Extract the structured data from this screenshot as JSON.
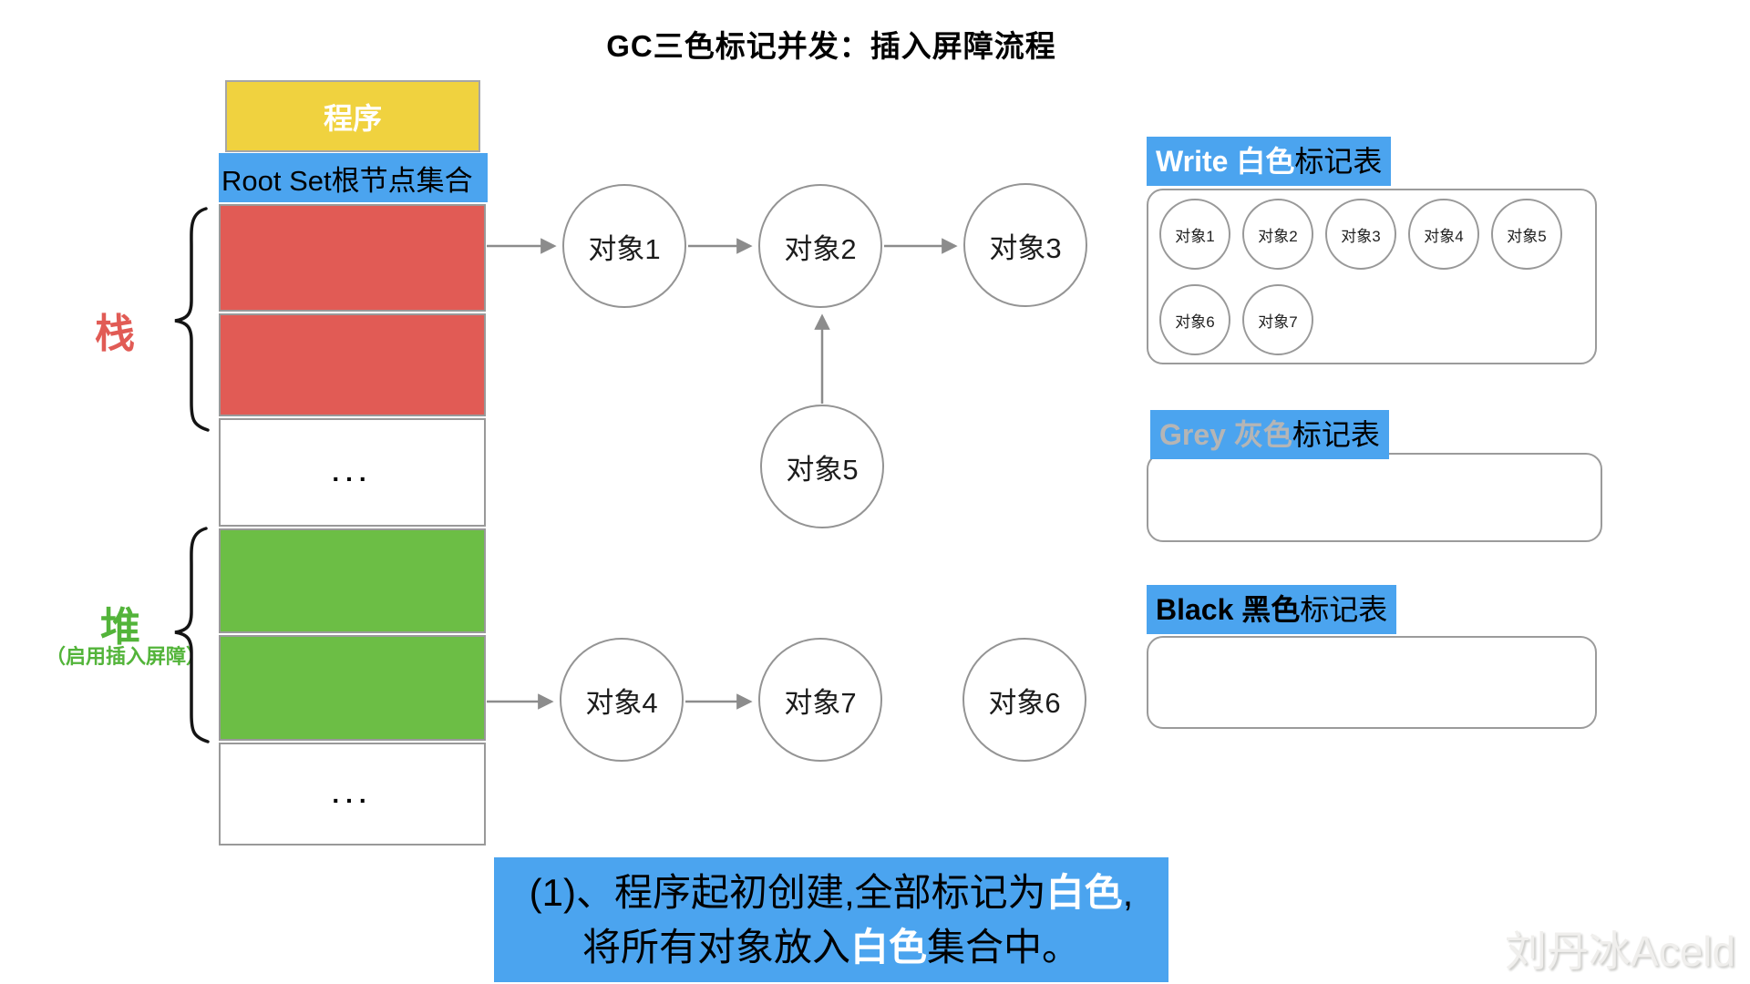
{
  "title": "GC三色标记并发：插入屏障流程",
  "watermark": "刘丹冰Aceld",
  "colors": {
    "blue": "#4BA4EF",
    "red": "#E15B55",
    "green": "#6CBE45",
    "green-text": "#53B43A",
    "yellow": "#F0D23F",
    "grey-text": "#B5B5B5"
  },
  "memory": {
    "program_label": "程序",
    "root_set_label": "Root Set根节点集合",
    "stack_label": "栈",
    "heap_label": "堆",
    "heap_note": "（启用插入屏障）",
    "ellipsis": "..."
  },
  "graph": {
    "nodes": [
      {
        "id": "obj1",
        "label": "对象1"
      },
      {
        "id": "obj2",
        "label": "对象2"
      },
      {
        "id": "obj3",
        "label": "对象3"
      },
      {
        "id": "obj4",
        "label": "对象4"
      },
      {
        "id": "obj5",
        "label": "对象5"
      },
      {
        "id": "obj6",
        "label": "对象6"
      },
      {
        "id": "obj7",
        "label": "对象7"
      }
    ],
    "edges": [
      {
        "from": "root-set-stack",
        "to": "obj1"
      },
      {
        "from": "obj1",
        "to": "obj2"
      },
      {
        "from": "obj2",
        "to": "obj3"
      },
      {
        "from": "obj5",
        "to": "obj2"
      },
      {
        "from": "heap",
        "to": "obj4"
      },
      {
        "from": "obj4",
        "to": "obj7"
      }
    ]
  },
  "tables": {
    "white": {
      "title_highlight": "Write 白色",
      "title_rest": "标记表",
      "items": [
        "对象1",
        "对象2",
        "对象3",
        "对象4",
        "对象5",
        "对象6",
        "对象7"
      ]
    },
    "grey": {
      "title_highlight": "Grey 灰色",
      "title_rest": "标记表",
      "items": []
    },
    "black": {
      "title_highlight": "Black 黑色",
      "title_rest": "标记表",
      "items": []
    }
  },
  "caption": {
    "line1": {
      "pre": "(1)、程序起初创建,全部标记为",
      "highlight": "白色",
      "post": ","
    },
    "line2": {
      "pre": "将所有对象放入",
      "highlight": "白色",
      "post": "集合中。"
    }
  }
}
